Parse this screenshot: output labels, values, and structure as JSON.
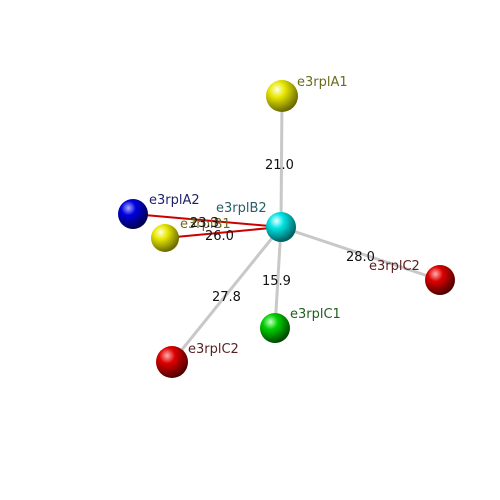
{
  "colors": {
    "cyan": "#00e5e5",
    "yellow": "#e8e800",
    "blue": "#0000e0",
    "red": "#dd0000",
    "green": "#00d000",
    "bond_grey": "#c8c8c8",
    "bond_red": "#cc0000",
    "label_olive": "#6b6b1f",
    "label_navy": "#1e1e6b",
    "label_teal": "#2a5f66",
    "label_maroon": "#5a1f1f",
    "label_green": "#1f5f1f"
  },
  "nodes": {
    "center": {
      "label": "e3rplB2",
      "color": "cyan"
    },
    "a1": {
      "label": "e3rplA1",
      "color": "yellow"
    },
    "a2": {
      "label": "e3rplA2",
      "color": "blue"
    },
    "b1": {
      "label": "e3rplB1",
      "color": "yellow"
    },
    "c1": {
      "label": "e3rplC1",
      "color": "green"
    },
    "c2_right": {
      "label": "e3rplC2",
      "color": "red"
    },
    "c2_left": {
      "label": "e3rplC2",
      "color": "red"
    }
  },
  "distances": {
    "center_a1": "21.0",
    "center_a2": "23.3",
    "center_b1": "26.0",
    "center_c1": "15.9",
    "center_c2_right": "28.0",
    "center_c2_left": "27.8"
  }
}
